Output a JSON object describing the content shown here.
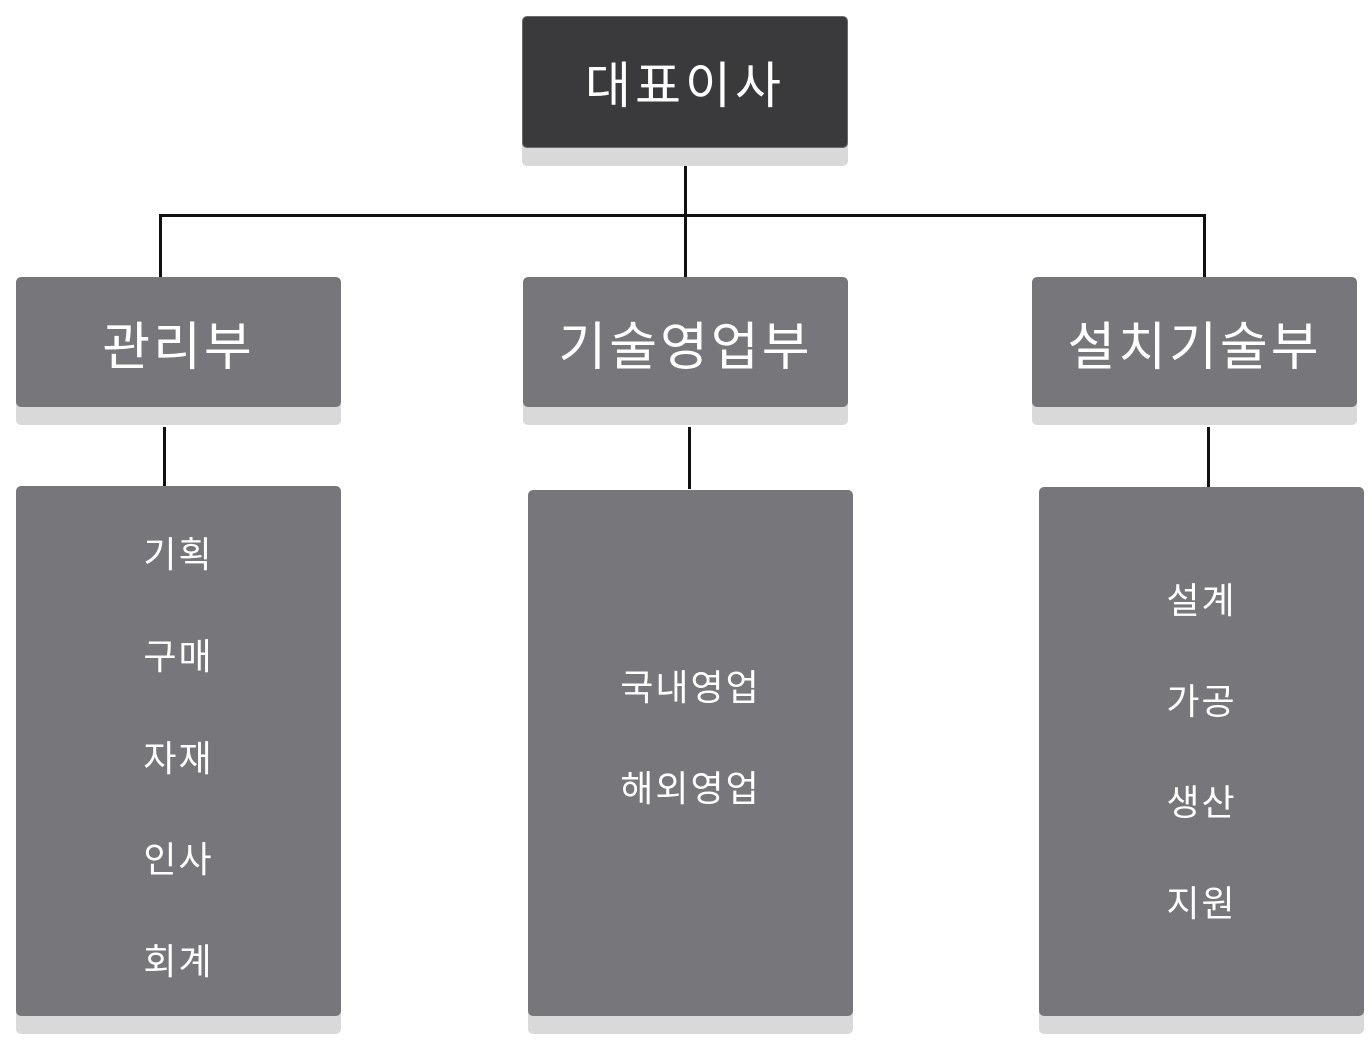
{
  "ceo": "대표이사",
  "departments": [
    {
      "name": "관리부",
      "teams": [
        "기획",
        "구매",
        "자재",
        "인사",
        "회계"
      ]
    },
    {
      "name": "기술영업부",
      "teams": [
        "국내영업",
        "해외영업"
      ]
    },
    {
      "name": "설치기술부",
      "teams": [
        "설계",
        "가공",
        "생산",
        "지원"
      ]
    }
  ]
}
